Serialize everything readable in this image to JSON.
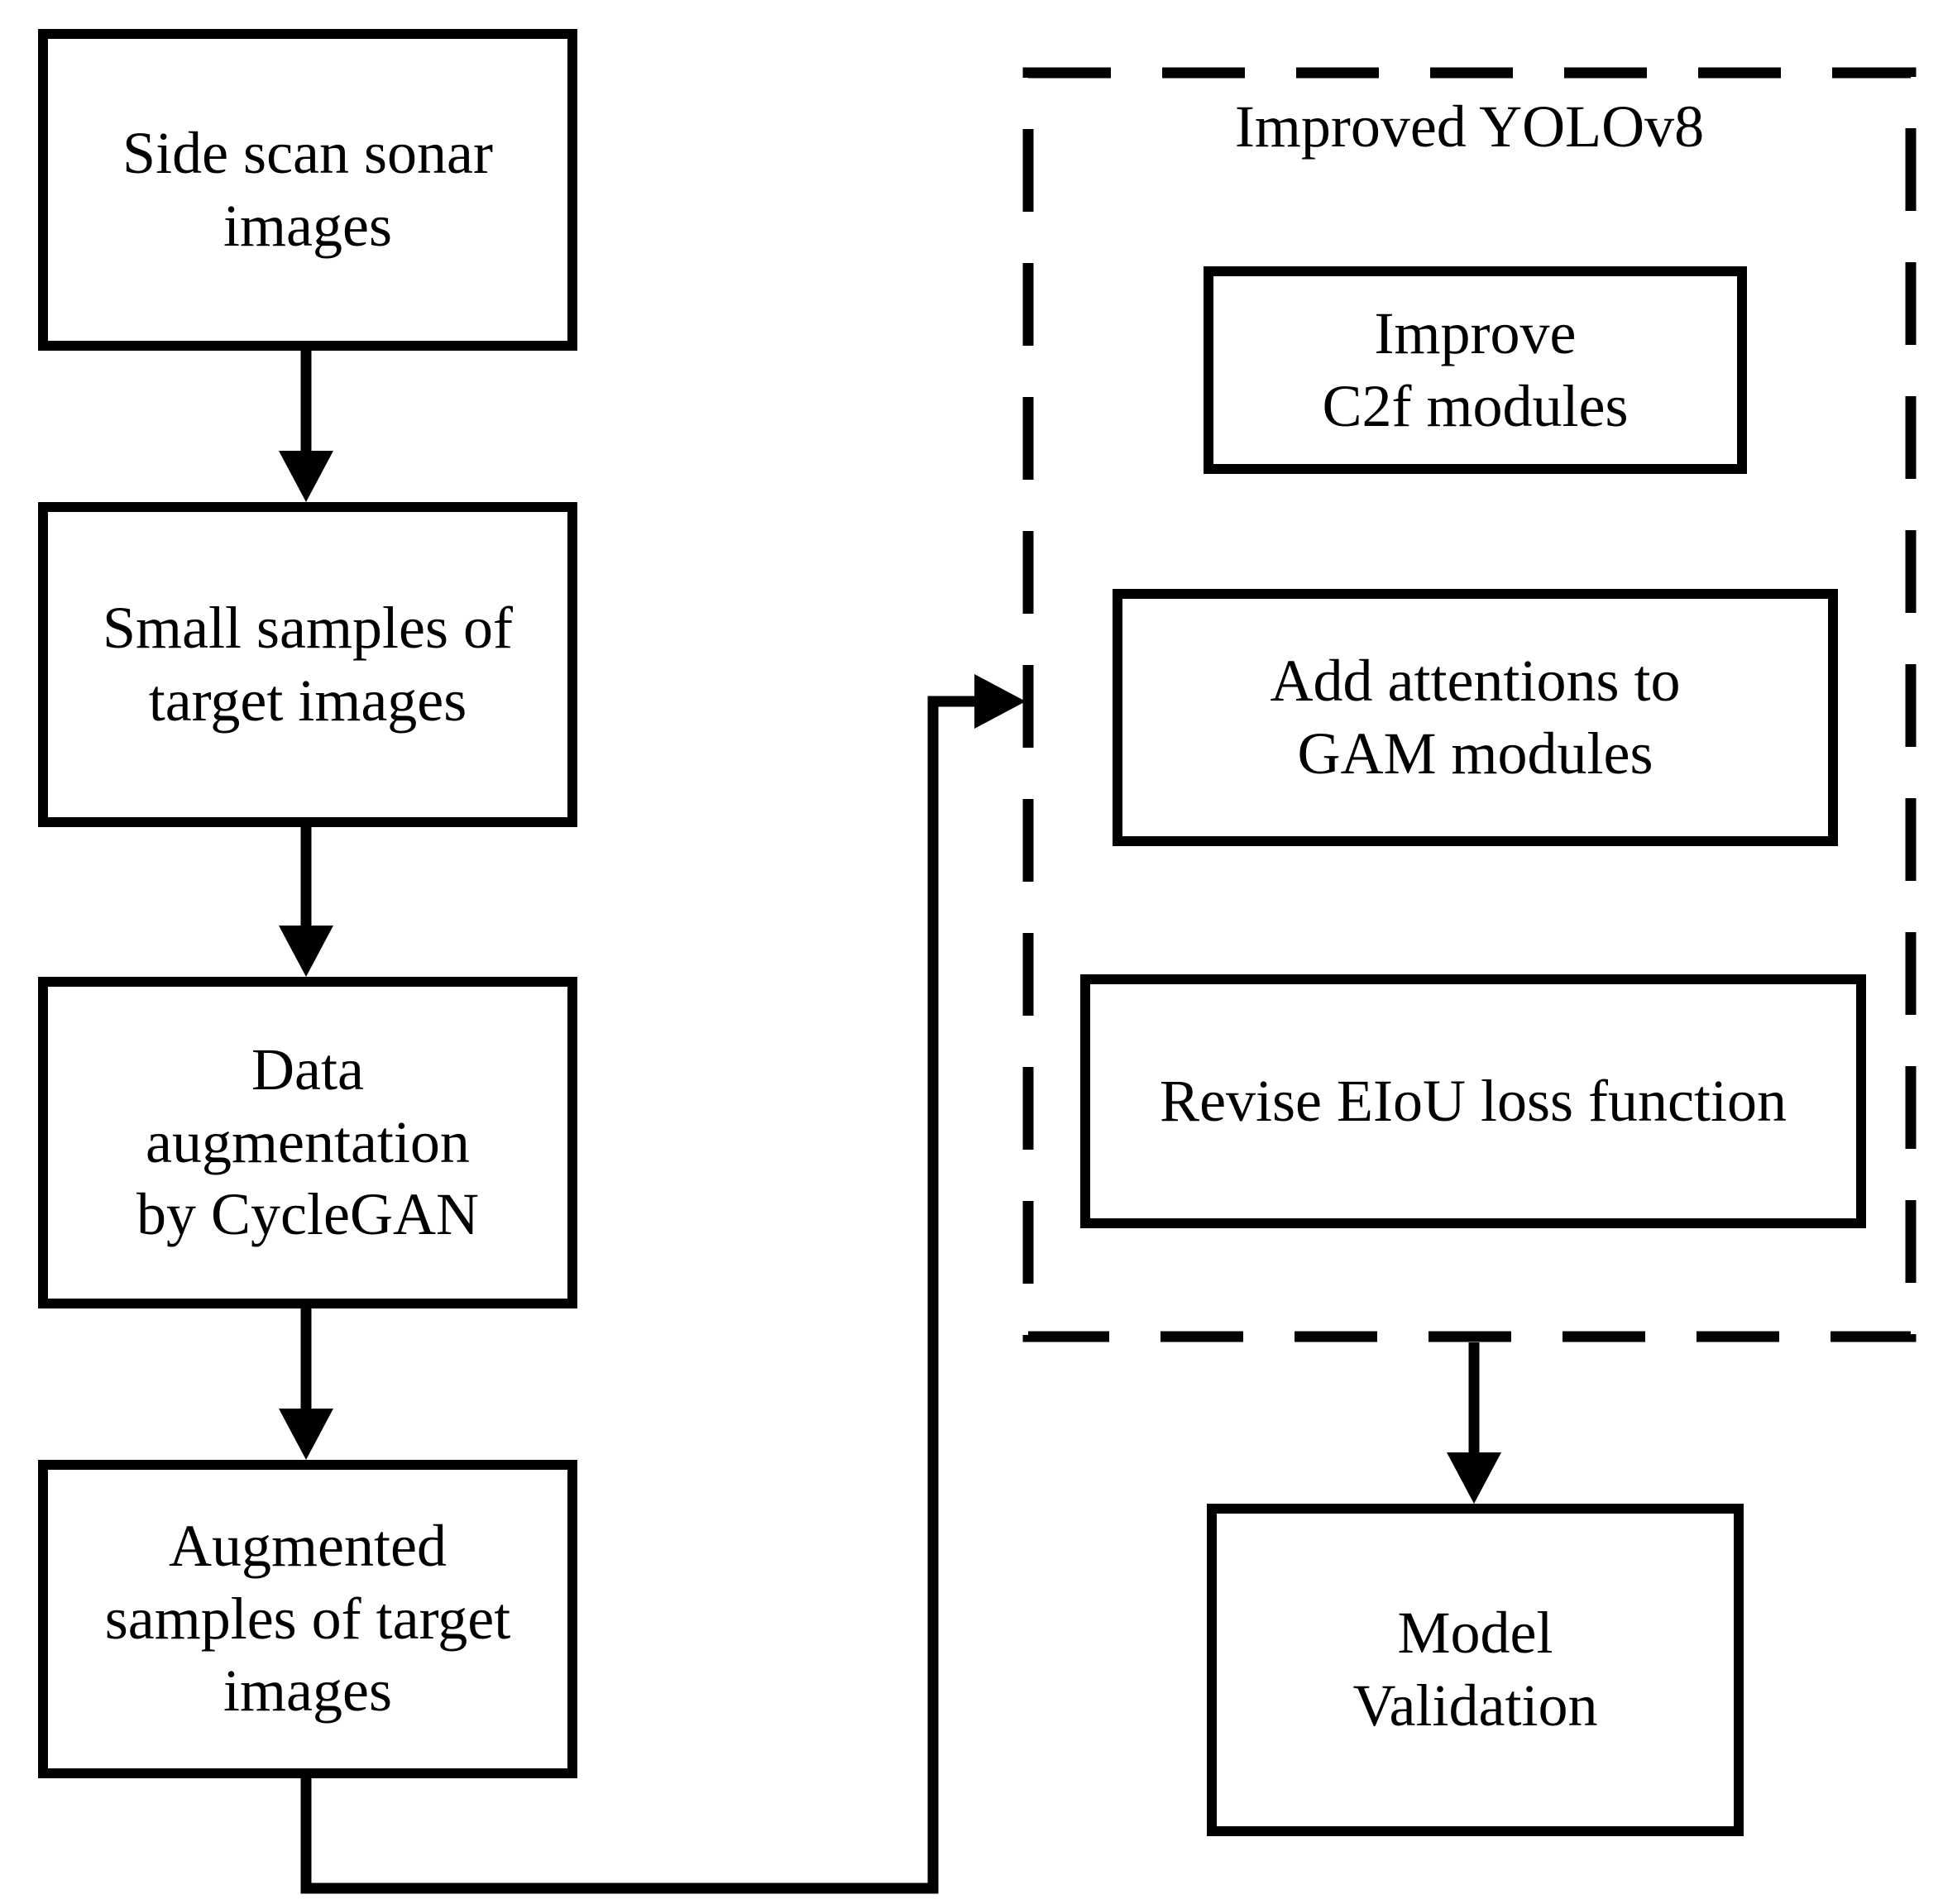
{
  "diagram": {
    "title_group": "Improved YOLOv8",
    "boxes": {
      "side_scan": "Side scan sonar\nimages",
      "small_samples": "Small samples of\ntarget images",
      "data_augmentation": "Data\naugmentation\nby CycleGAN",
      "augmented_samples": "Augmented\nsamples of target\nimages",
      "improve_c2f": "Improve\nC2f modules",
      "gam_modules": "Add attentions to\nGAM modules",
      "eiou_loss": "Revise EIoU loss function",
      "model_validation": "Model\nValidation"
    },
    "colors": {
      "line": "#000000",
      "background": "#ffffff",
      "text": "#000000"
    }
  }
}
